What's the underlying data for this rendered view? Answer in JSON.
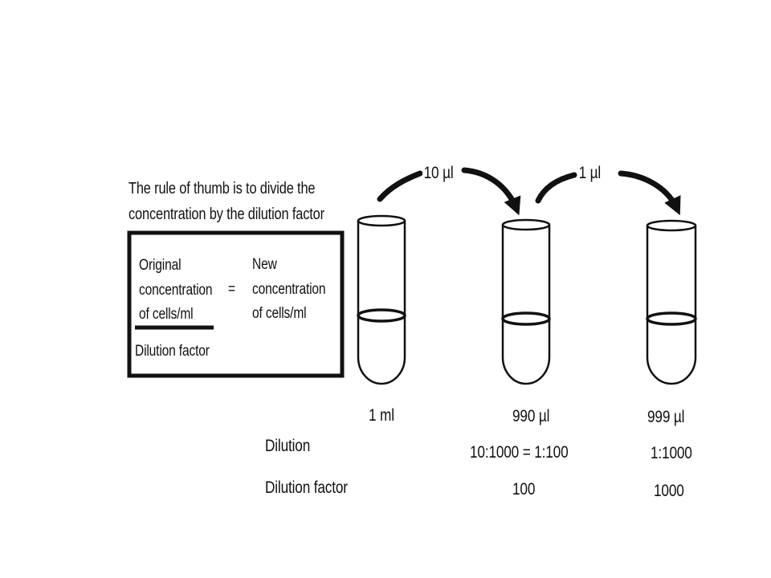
{
  "rule": {
    "line1": "The rule of thumb is to divide the",
    "line2": "concentration by the dilution factor"
  },
  "formula": {
    "numerator_lines": [
      "Original",
      "concentration",
      "of cells/ml"
    ],
    "denominator": "Dilution factor",
    "equals": "=",
    "result_lines": [
      "New",
      "concentration",
      "of cells/ml"
    ]
  },
  "transfers": [
    {
      "label": "10 µl"
    },
    {
      "label": "1 µl"
    }
  ],
  "tubes": [
    {
      "volume": "1 ml",
      "dilution": "",
      "dilution_factor": ""
    },
    {
      "volume": "990 µl",
      "dilution": "10:1000 = 1:100",
      "dilution_factor": "100"
    },
    {
      "volume": "999 µl",
      "dilution": "1:1000",
      "dilution_factor": "1000"
    }
  ],
  "row_labels": {
    "dilution": "Dilution",
    "dilution_factor": "Dilution factor"
  }
}
